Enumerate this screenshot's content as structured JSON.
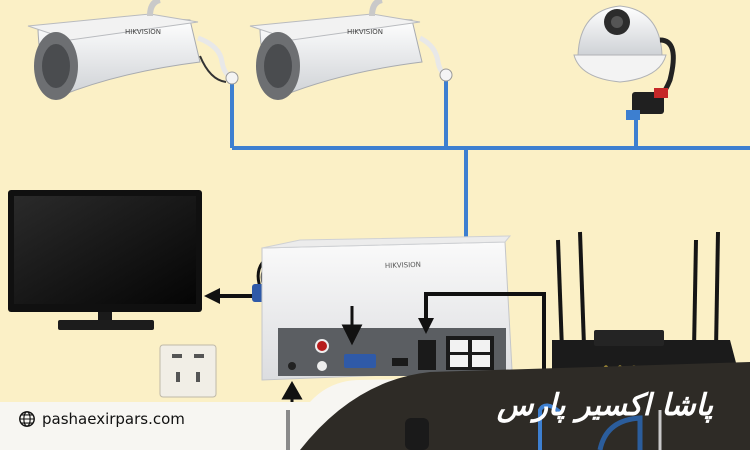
{
  "devices": {
    "camera_brand": "HIKVISION",
    "nvr_brand": "HIKVISION"
  },
  "footer": {
    "website": "pashaexirpars.com",
    "brand_name": "پاشا اکسیر پارس"
  },
  "colors": {
    "background": "#fbf0c6",
    "network_cable": "#3d7fd0",
    "signal_cable": "#111111",
    "footer_band": "#2e2b26",
    "footer_light": "#ffffff"
  },
  "icons": [
    "bullet-camera-icon",
    "dome-camera-icon",
    "monitor-icon",
    "nvr-icon",
    "router-icon",
    "wall-socket-icon",
    "globe-icon"
  ]
}
